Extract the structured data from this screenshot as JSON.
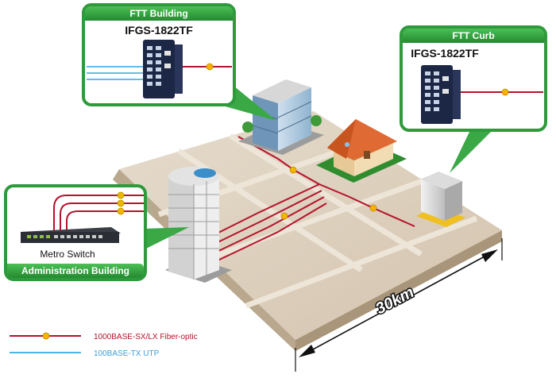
{
  "callouts": {
    "ftt_building": {
      "title": "FTT Building",
      "model": "IFGS-1822TF"
    },
    "ftt_curb": {
      "title": "FTT Curb",
      "model": "IFGS-1822TF"
    },
    "admin": {
      "title": "Administration Building",
      "device": "Metro Switch"
    }
  },
  "distance_label": "30km",
  "legend": {
    "fiber": "1000BASE-SX/LX Fiber-optic",
    "utp": "100BASE-TX UTP"
  },
  "colors": {
    "callout_green": "#2e9a3c",
    "fiber_red": "#b5122b",
    "utp_blue": "#4fb3e6",
    "ground": "#d9cbb7",
    "switch_navy": "#1c2746"
  }
}
